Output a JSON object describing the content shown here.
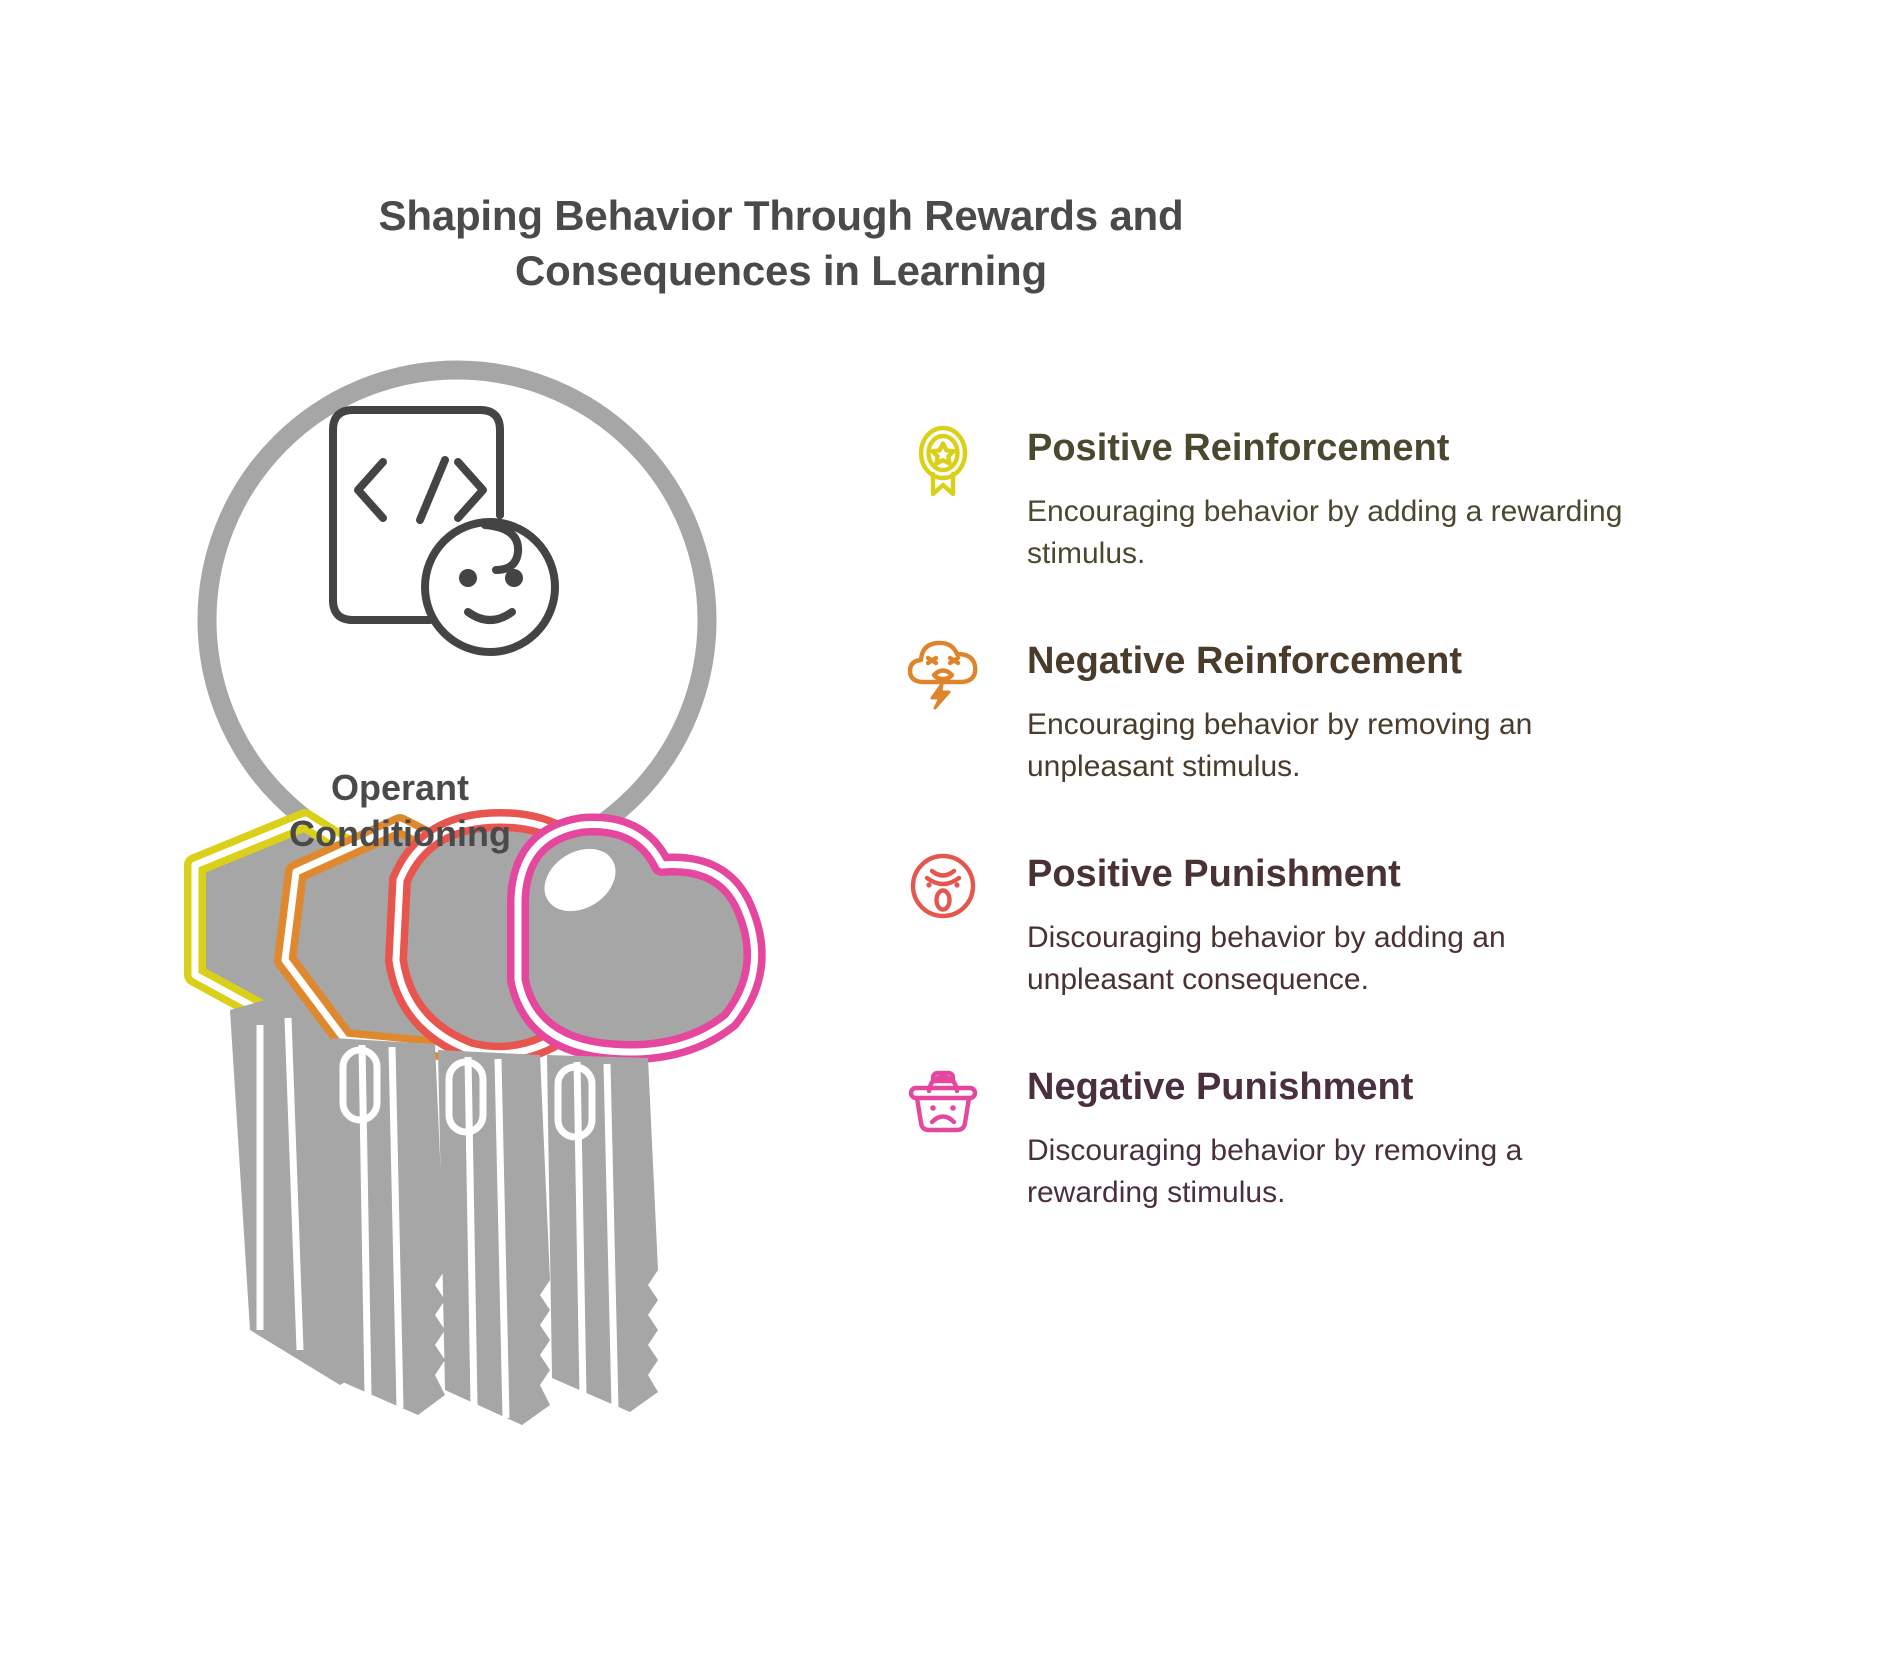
{
  "title": "Shaping Behavior Through Rewards and Consequences in Learning",
  "center": {
    "label_line1": "Operant",
    "label_line2": "Conditioning",
    "icon": "code-baby-icon",
    "ring_color": "#a6a6a6",
    "key_colors": [
      "#dbd019",
      "#e0882e",
      "#e8554e",
      "#e5479e"
    ],
    "key_body_color": "#a6a6a6"
  },
  "items": [
    {
      "icon": "award-medal-icon",
      "icon_color": "#dbd019",
      "heading": "Positive Reinforcement",
      "body": "Encouraging behavior by adding a rewarding stimulus."
    },
    {
      "icon": "angry-storm-cloud-icon",
      "icon_color": "#de842c",
      "heading": "Negative Reinforcement",
      "body": "Encouraging behavior by removing an unpleasant stimulus."
    },
    {
      "icon": "shocked-face-icon",
      "icon_color": "#e4564e",
      "heading": "Positive Punishment",
      "body": "Discouraging behavior by adding an unpleasant consequence."
    },
    {
      "icon": "sad-basket-icon",
      "icon_color": "#e5479e",
      "heading": "Negative Punishment",
      "body": "Discouraging behavior by removing a rewarding stimulus."
    }
  ]
}
